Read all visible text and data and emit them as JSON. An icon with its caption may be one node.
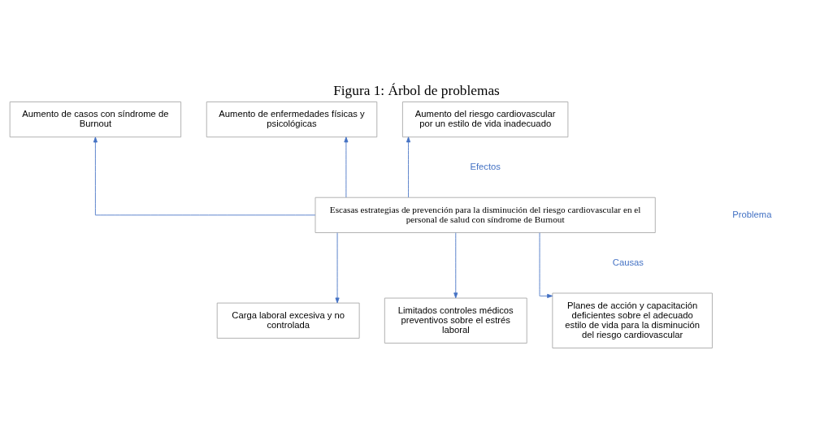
{
  "diagram": {
    "title": "Figura 1: Árbol de problemas",
    "nodes": [
      {
        "text": [
          "Aumento de casos con síndrome de Burnout"
        ]
      },
      {
        "text": [
          "Aumento de enfermedades físicas y psicológicas"
        ]
      },
      {
        "text": [
          "Aumento del riesgo cardiovascular por un estilo de vida inadecuado"
        ]
      },
      {
        "text": [
          "Escasas estrategias de prevención para la disminución del riesgo cardiovascular en el personal de salud con síndrome de Burnout"
        ]
      },
      {
        "text": [
          "Carga laboral excesiva y no controlada"
        ]
      },
      {
        "text": [
          "Limitados controles médicos preventivos sobre el estrés laboral"
        ]
      },
      {
        "text": [
          "Planes de acción y capacitación deficientes sobre el adecuado estilo de vida para la disminución del riesgo cardiovascular"
        ]
      }
    ],
    "edges": [
      {
        "from": 3,
        "to": 0,
        "arrow": "to"
      },
      {
        "from": 3,
        "to": 1,
        "arrow": "to"
      },
      {
        "from": 3,
        "to": 2,
        "arrow": "to"
      },
      {
        "from": 3,
        "to": 4,
        "arrow": "to"
      },
      {
        "from": 3,
        "to": 5,
        "arrow": "to"
      },
      {
        "from": 3,
        "to": 6,
        "arrow": "to"
      }
    ],
    "labels": [
      "Efectos",
      "Problema",
      "Causas"
    ]
  }
}
